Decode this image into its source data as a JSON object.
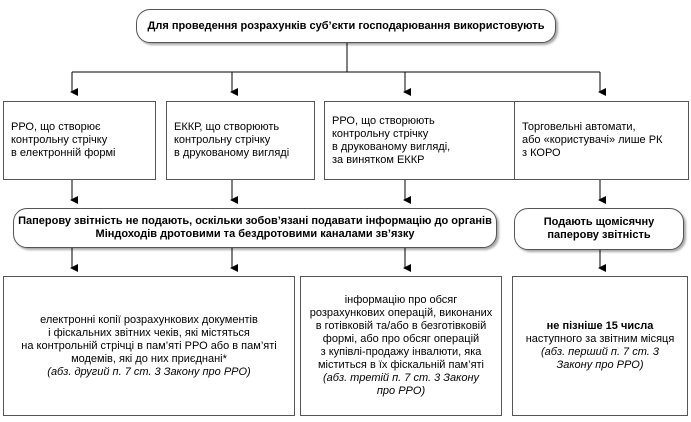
{
  "top": {
    "text": "Для проведення розрахунків суб’єкти господарювання використовують"
  },
  "categories": [
    {
      "lines": [
        "РРО, що створює",
        "контрольну стрічку",
        "в електронній формі"
      ]
    },
    {
      "lines": [
        "ЕККР, що створюють",
        "контрольну стрічку",
        "в друкованому вигляді"
      ]
    },
    {
      "lines": [
        "РРО, що створюють",
        "контрольну стрічку",
        "в друкованому вигляді,",
        "за винятком ЕККР"
      ]
    },
    {
      "lines": [
        "Торговельні автомати,",
        "або «користувачі» лише РК",
        "з КОРО"
      ]
    }
  ],
  "middle_left": {
    "lines": [
      "Паперову звітність не подають, оскільки зобов’язані подавати інформацію до органів",
      "Міндоходів дротовими та бездротовими каналами зв’язку"
    ]
  },
  "middle_right": {
    "lines": [
      "Подають щомісячну",
      "паперову звітність"
    ]
  },
  "bottom": [
    {
      "lines": [
        "електронні копії розрахункових документів",
        "і фіскальних звітних чеків, які містяться",
        "на контрольній стрічці в пам’яті РРО або в пам’яті",
        "модемів, які до них приєднані*"
      ],
      "ref": "(абз. другий п. 7 ст. 3 Закону про РРО)"
    },
    {
      "lines": [
        "інформацію про обсяг",
        "розрахункових операцій, виконаних",
        "в готівковій та/або в безготівковій",
        "формі, або про обсяг операцій",
        "з купівлі-продажу інвалюти, яка",
        "міститься в їх фіскальній пам’яті"
      ],
      "ref_lines": [
        "(абз. третій п. 7 ст. 3 Закону",
        "про РРО)"
      ]
    },
    {
      "bold": "не пізніше 15 числа",
      "lines": [
        "наступного за звітним місяця"
      ],
      "ref_lines": [
        "(абз. перший п. 7 ст. 3",
        "Закону про РРО)"
      ]
    }
  ]
}
